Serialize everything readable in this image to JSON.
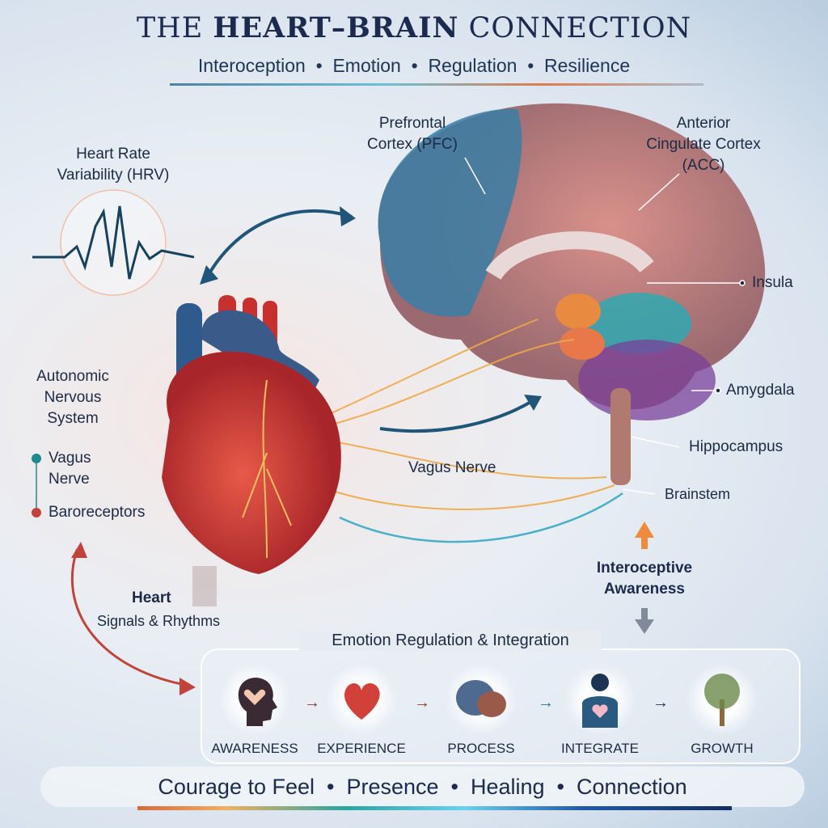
{
  "header": {
    "title_pre": "THE ",
    "title_bold": "HEART–BRAIN",
    "title_post": " CONNECTION",
    "subtitle": "Interoception  •  Emotion  •  Regulation  •  Resilience"
  },
  "labels": {
    "hrv": [
      "Heart Rate",
      "Variability (HRV)"
    ],
    "ans": [
      "Autonomic",
      "Nervous",
      "System"
    ],
    "vagus_left": [
      "Vagus",
      "Nerve"
    ],
    "baroreceptors": "Baroreceptors",
    "pfc": [
      "Prefrontal",
      "Cortex (PFC)"
    ],
    "acc": [
      "Anterior",
      "Cingulate Cortex",
      "(ACC)"
    ],
    "insula": "Insula",
    "amygdala": "Amygdala",
    "hippocampus": "Hippocampus",
    "brainstem": "Brainstem",
    "vagus_nerve": "Vagus Nerve",
    "interoceptive": [
      "Interoceptive",
      "Awareness"
    ],
    "heart": "Heart",
    "heart_sub": "Signals & Rhythms"
  },
  "panel": {
    "title": "Emotion Regulation & Integration",
    "steps": [
      {
        "label": "AWARENESS",
        "icon": "head-heart-icon"
      },
      {
        "label": "EXPERIENCE",
        "icon": "heart-icon"
      },
      {
        "label": "PROCESS",
        "icon": "brain-icon"
      },
      {
        "label": "INTEGRATE",
        "icon": "person-heart-icon"
      },
      {
        "label": "GROWTH",
        "icon": "tree-icon"
      }
    ]
  },
  "footer": "Courage to Feel  •  Presence  •  Healing  •  Connection",
  "colors": {
    "navy": "#1b2a4e",
    "teal": "#1f8a8c",
    "heart_red": "#d2403a",
    "accent_orange": "#f08a3c"
  }
}
